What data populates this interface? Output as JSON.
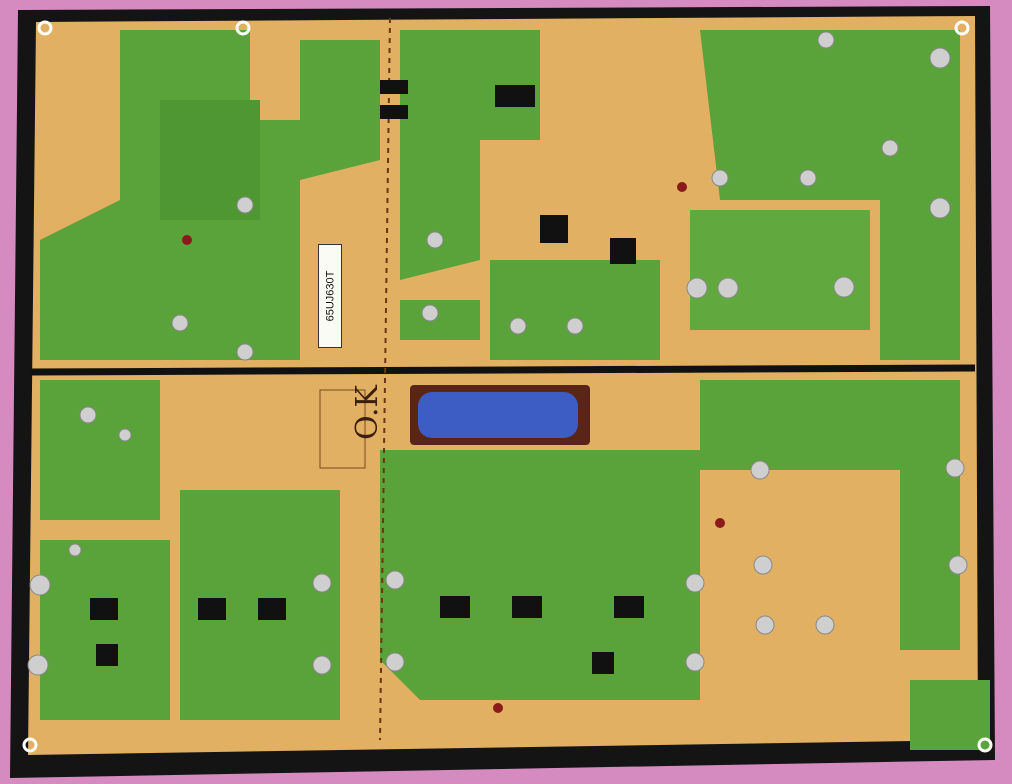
{
  "photo": {
    "subject": "power-supply-board",
    "model_label": "65UJ630T",
    "handwritten_mark": "O.K",
    "colors": {
      "background": "#d58bc0",
      "substrate": "#e2b062",
      "traces": "#5aa23a",
      "edge": "#1a1a1a",
      "capacitor": "#3d5cc4"
    }
  }
}
